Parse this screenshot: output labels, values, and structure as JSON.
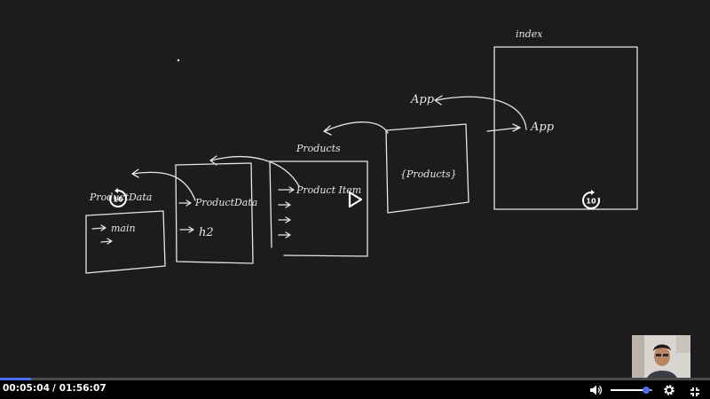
{
  "player": {
    "current_time": "00:05:04",
    "total_time": "/ 01:56:07",
    "progress": 0.044,
    "volume": 0.85
  },
  "board": {
    "title_index": "index",
    "app_label_top": "App",
    "app_in_index": "App",
    "products_component": "{Products}",
    "products_label": "Products",
    "product_item": "Product Item",
    "product_data": "ProductData",
    "h2_tag": "h2",
    "product_data_label": "ProductData",
    "main_tag": "main"
  },
  "controls": {
    "rewind_seconds": "10",
    "forward_seconds": "10"
  },
  "icons": [
    "rewind-10-icon",
    "play-icon",
    "forward-10-icon",
    "volume-icon",
    "settings-icon",
    "fullscreen-icon"
  ],
  "colors": {
    "accent": "#4f6df5",
    "board": "#1c1c1e",
    "ink": "#e6e6e6"
  }
}
